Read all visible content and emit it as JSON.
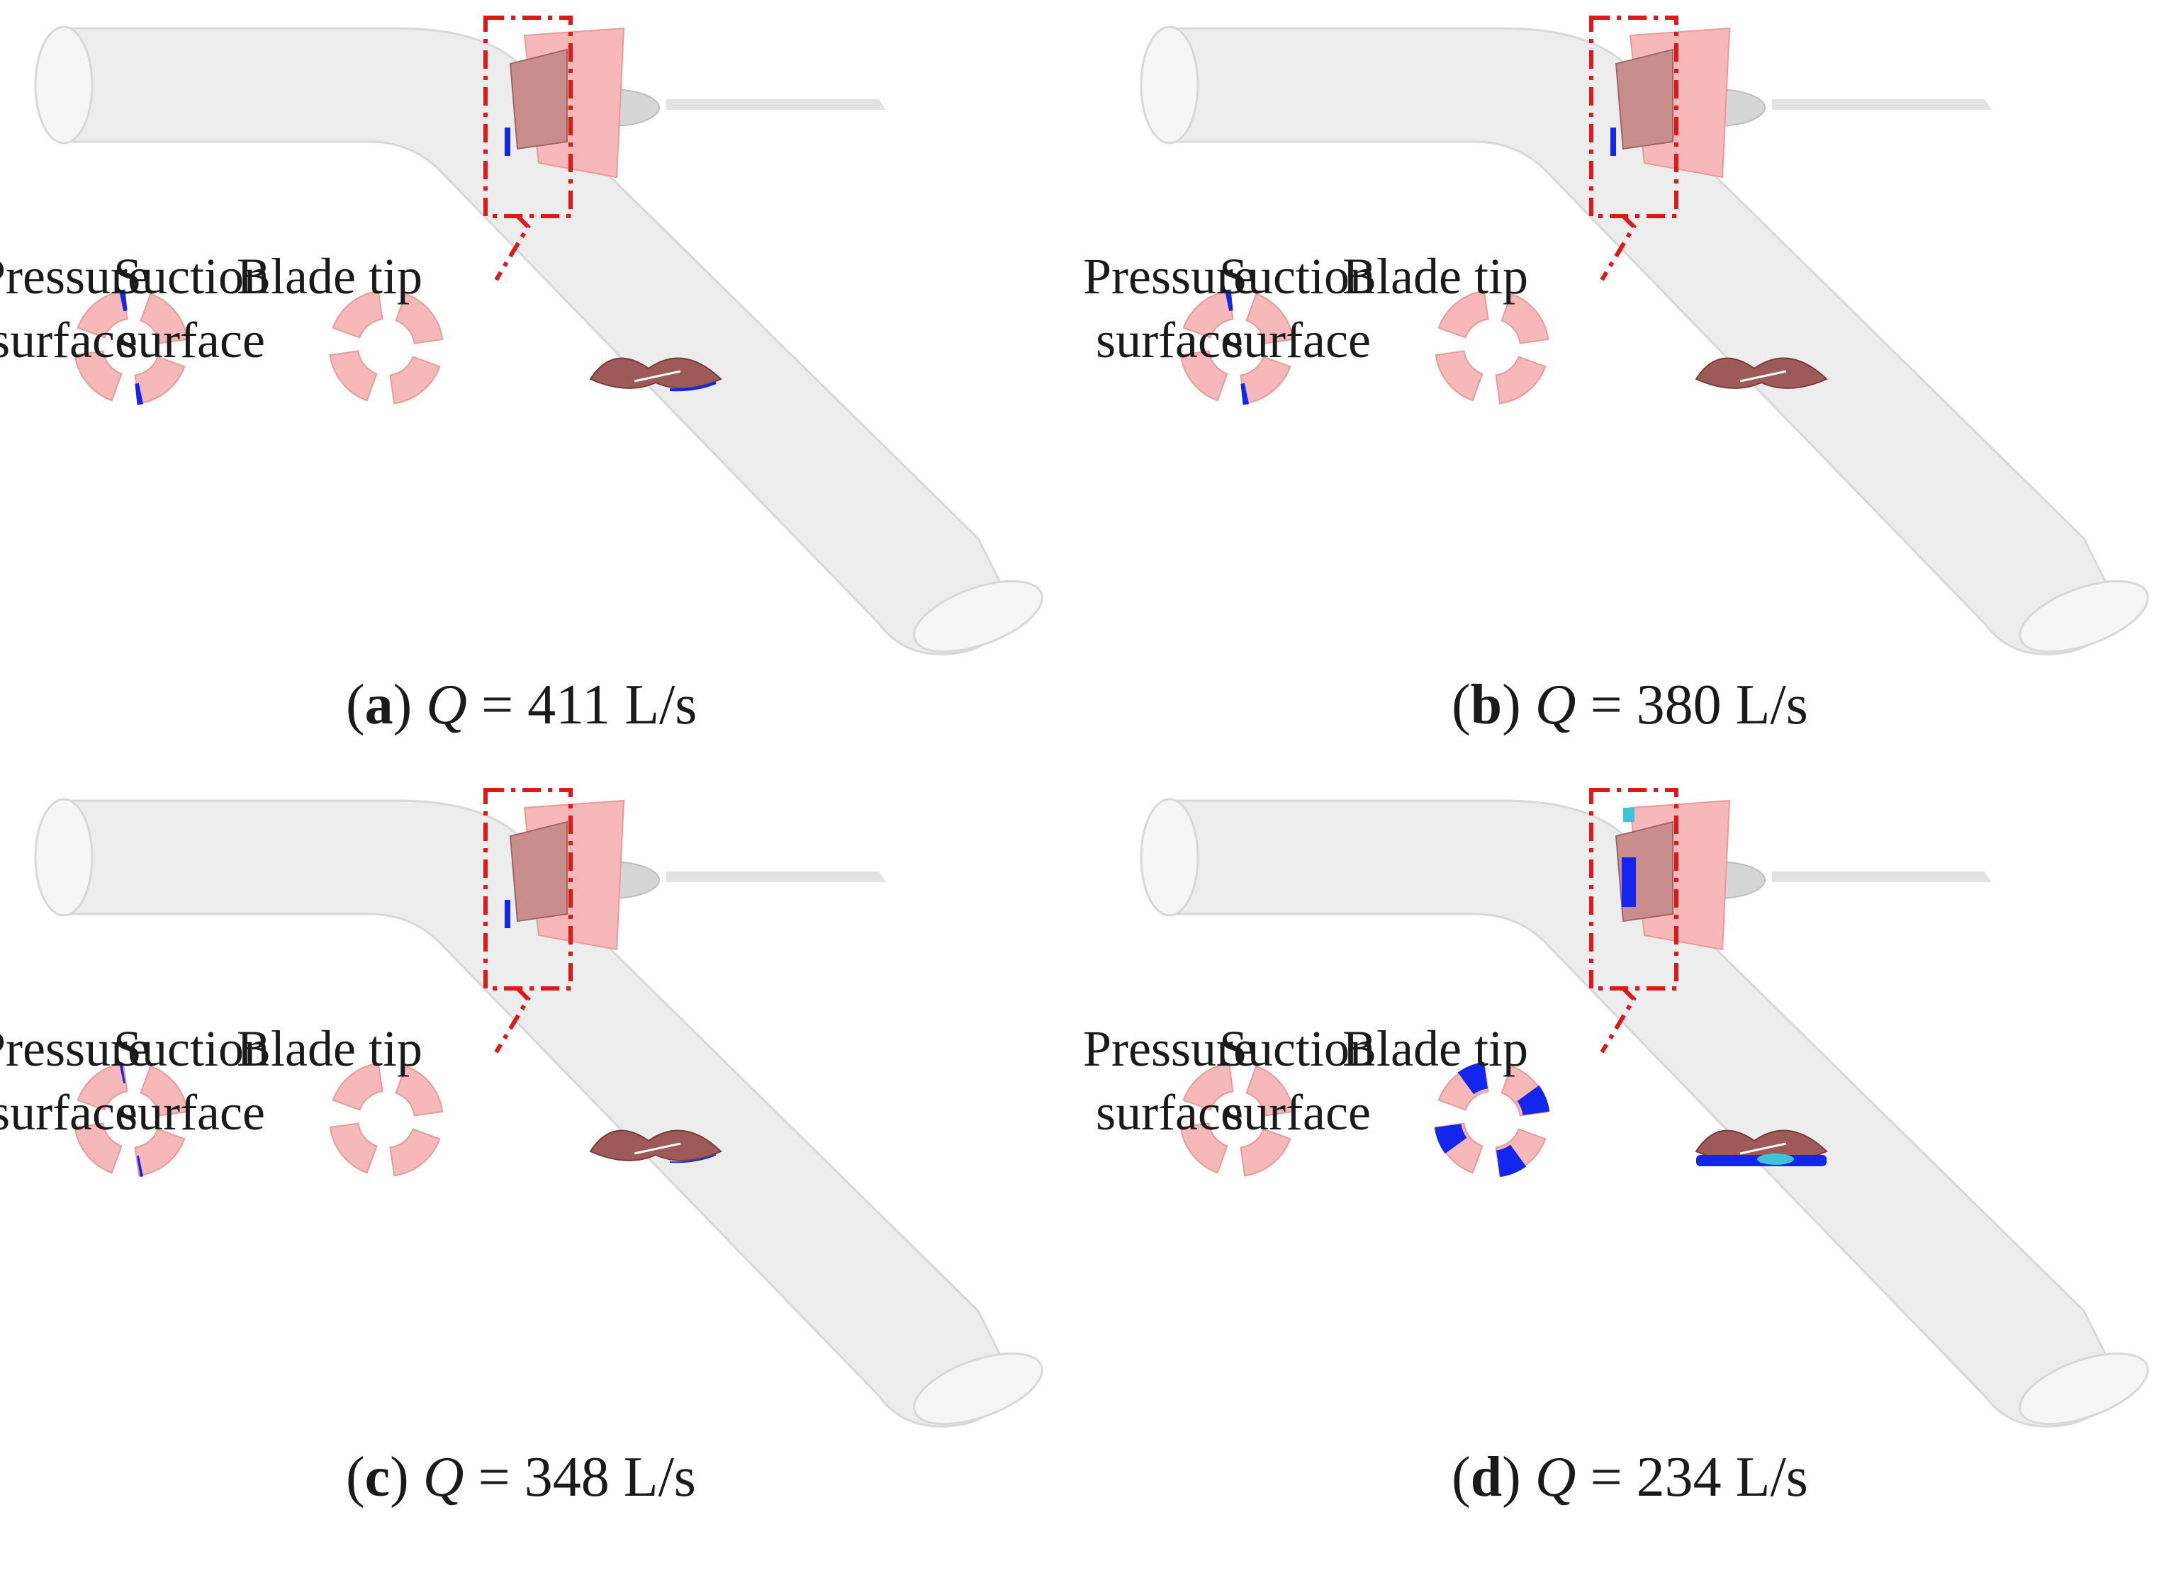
{
  "panels": [
    {
      "letter": "a",
      "q_symbol": "Q",
      "q_value": "= 411 L/s",
      "views": [
        "Pressure surface",
        "Suction surface",
        "Blade tip"
      ],
      "pressure_label": [
        "Pressure",
        "surface"
      ],
      "suction_label": [
        "Suction",
        "surface"
      ],
      "tip_label": "Blade tip",
      "cavitation": {
        "pressure": "minor",
        "suction": "none",
        "tip": "minor"
      }
    },
    {
      "letter": "b",
      "q_symbol": "Q",
      "q_value": "= 380 L/s",
      "pressure_label": [
        "Pressure",
        "surface"
      ],
      "suction_label": [
        "Suction",
        "surface"
      ],
      "tip_label": "Blade tip",
      "cavitation": {
        "pressure": "minor",
        "suction": "none",
        "tip": "none"
      }
    },
    {
      "letter": "c",
      "q_symbol": "Q",
      "q_value": "= 348 L/s",
      "pressure_label": [
        "Pressure",
        "surface"
      ],
      "suction_label": [
        "Suction",
        "surface"
      ],
      "tip_label": "Blade tip",
      "cavitation": {
        "pressure": "trace",
        "suction": "none",
        "tip": "trace"
      }
    },
    {
      "letter": "d",
      "q_symbol": "Q",
      "q_value": "= 234 L/s",
      "pressure_label": [
        "Pressure",
        "surface"
      ],
      "suction_label": [
        "Suction",
        "surface"
      ],
      "tip_label": "Blade tip",
      "cavitation": {
        "pressure": "none",
        "suction": "severe",
        "tip": "severe"
      }
    }
  ],
  "colors": {
    "blade": "#f6b8b8",
    "blade_edge": "#e79b9b",
    "tip_view": "#9e5a58",
    "cavity": "#1326ee",
    "cavity_light": "#3cc4d8",
    "pipe": "#ededed",
    "pipe_edge": "#d8d8d8",
    "highlight": "#e01818"
  }
}
